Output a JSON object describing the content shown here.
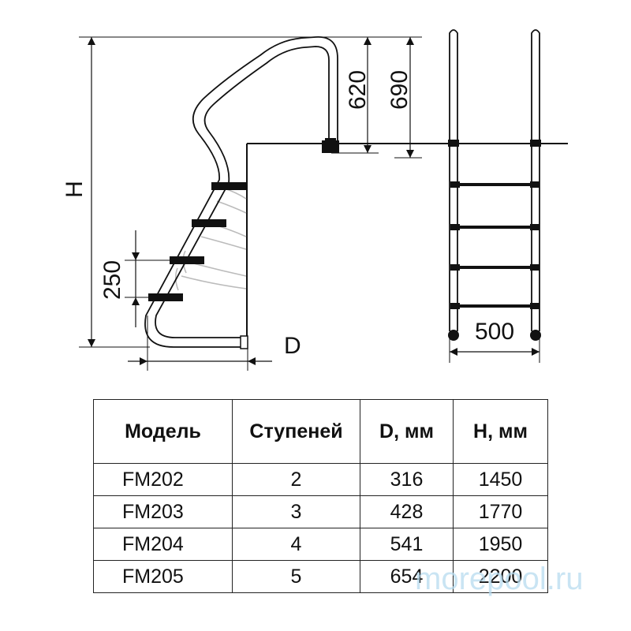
{
  "diagram": {
    "labels": {
      "height": "H",
      "dim_620": "620",
      "dim_690": "690",
      "dim_250": "250",
      "depth": "D",
      "width": "500"
    }
  },
  "table": {
    "headers": [
      "Модель",
      "Ступеней",
      "D, мм",
      "H, мм"
    ],
    "rows": [
      [
        "FM202",
        "2",
        "316",
        "1450"
      ],
      [
        "FM203",
        "3",
        "428",
        "1770"
      ],
      [
        "FM204",
        "4",
        "541",
        "1950"
      ],
      [
        "FM205",
        "5",
        "654",
        "2200"
      ]
    ]
  },
  "watermark": "morepool.ru"
}
